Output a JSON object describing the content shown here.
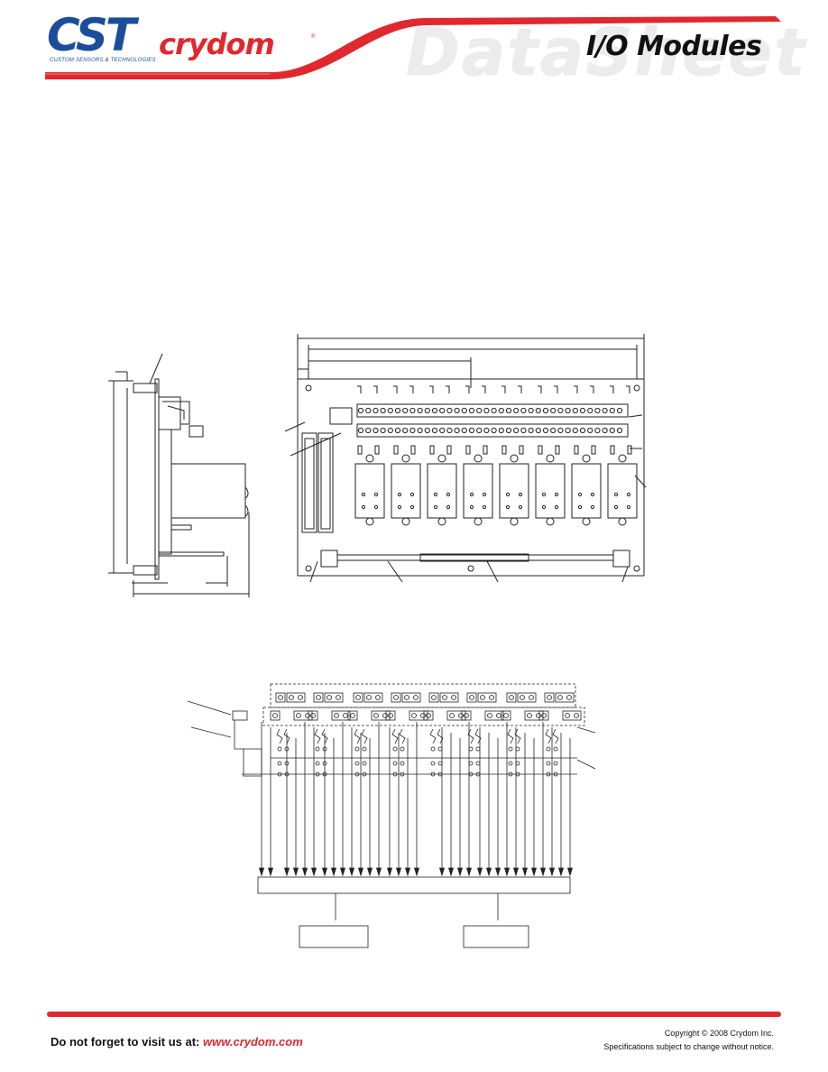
{
  "header": {
    "logo_cst": "CST",
    "logo_tagline": "CUSTOM SENSORS & TECHNOLOGIES",
    "logo_crydom": "crydom",
    "logo_reg": "®",
    "watermark": "DataSheet",
    "title": "I/O Modules",
    "accent_color": "#e0282e",
    "brand_color": "#1b4d9b"
  },
  "footer": {
    "visit_prefix": "Do not forget to visit us at: ",
    "visit_url": "www.crydom.com",
    "copyright": "Copyright © 2008 Crydom Inc.",
    "disclaimer": "Specifications subject to change without notice."
  }
}
